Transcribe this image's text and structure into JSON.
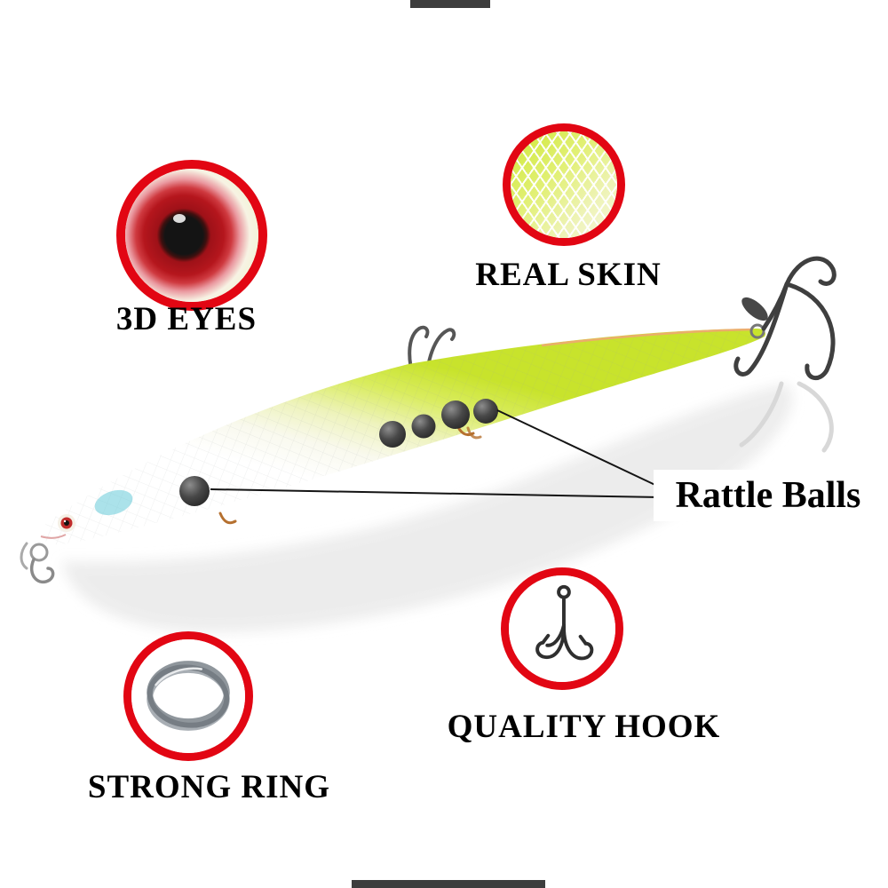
{
  "image_type": "annotated-product-feature-diagram",
  "subject": "fishing-lure",
  "callouts": {
    "eyes": {
      "label": "3D EYES",
      "icon": "lure-eye-icon"
    },
    "skin": {
      "label": "REAL SKIN",
      "icon": "fish-scale-net-icon"
    },
    "rattle": {
      "label": "Rattle Balls",
      "icon": "rattle-balls-icon",
      "visible_ball_count": 5
    },
    "hook": {
      "label": "QUALITY HOOK",
      "icon": "treble-hook-icon"
    },
    "ring": {
      "label": "STRONG RING",
      "icon": "split-ring-icon"
    }
  },
  "colors": {
    "callout_ring_red": "#e20613",
    "lure_back_chartreuse": "#c8e32c",
    "lure_belly_white": "#ffffff",
    "reflection_gray": "#ececec",
    "rattle_ball_dark": "#2d2d2d",
    "label_text_black": "#000000",
    "crop_bar_gray": "#3d3d3d"
  }
}
